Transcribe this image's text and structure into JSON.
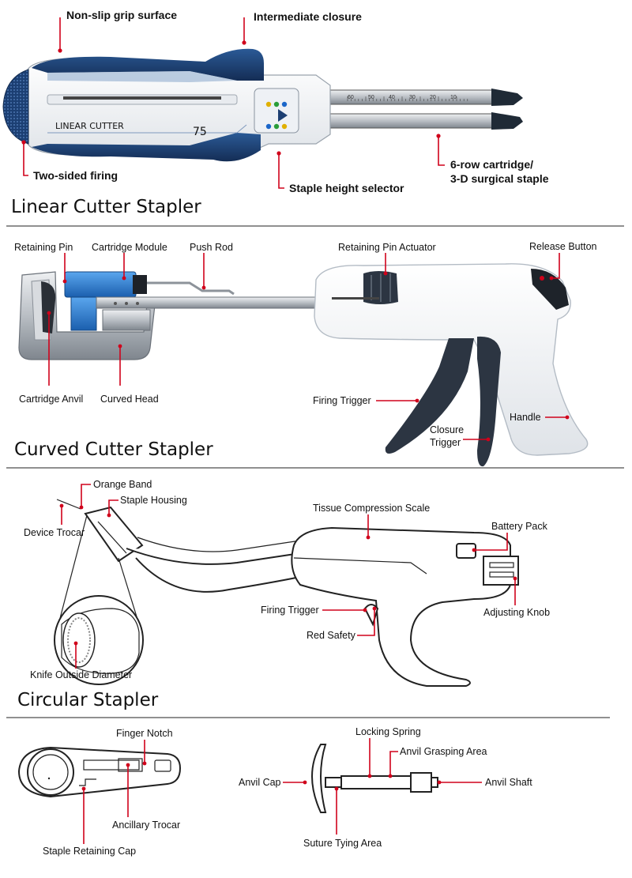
{
  "sections": {
    "linear": {
      "title": "Linear Cutter Stapler",
      "device_print": "LINEAR CUTTER",
      "device_size": "75",
      "scale_ticks": [
        "60",
        "50",
        "40",
        "30",
        "20",
        "10"
      ],
      "labels": {
        "grip": "Non-slip grip surface",
        "closure": "Intermediate closure",
        "firing": "Two-sided firing",
        "height": "Staple height selector",
        "cartridge_1": "6-row cartridge/",
        "cartridge_2": "3-D surgical staple"
      }
    },
    "curved": {
      "title": "Curved Cutter Stapler",
      "labels": {
        "retaining_pin": "Retaining Pin",
        "cartridge_module": "Cartridge Module",
        "push_rod": "Push Rod",
        "pin_actuator": "Retaining Pin Actuator",
        "release": "Release Button",
        "anvil": "Cartridge Anvil",
        "curved_head": "Curved Head",
        "firing_trigger": "Firing Trigger",
        "handle": "Handle",
        "closure_1": "Closure",
        "closure_2": "Trigger"
      }
    },
    "circular": {
      "title": "Circular Stapler",
      "labels": {
        "orange_band": "Orange Band",
        "staple_housing": "Staple Housing",
        "device_trocar": "Device Trocar",
        "compression_scale": "Tissue Compression Scale",
        "battery": "Battery Pack",
        "adjusting_knob": "Adjusting Knob",
        "firing_trigger": "Firing Trigger",
        "red_safety": "Red Safety",
        "knife": "Knife Outside Diameter"
      }
    },
    "parts": {
      "labels": {
        "finger_notch": "Finger Notch",
        "ancillary": "Ancillary Trocar",
        "retaining_cap": "Staple Retaining Cap",
        "locking_spring": "Locking Spring",
        "grasping": "Anvil Grasping Area",
        "anvil_cap": "Anvil Cap",
        "anvil_shaft": "Anvil Shaft",
        "suture": "Suture Tying Area"
      }
    }
  },
  "colors": {
    "accent": "#d0021b",
    "device_blue": "#1d3f72",
    "cartridge_blue": "#2a7fd4",
    "trigger_dark": "#2c3542",
    "metal": "#c9cdd2"
  }
}
